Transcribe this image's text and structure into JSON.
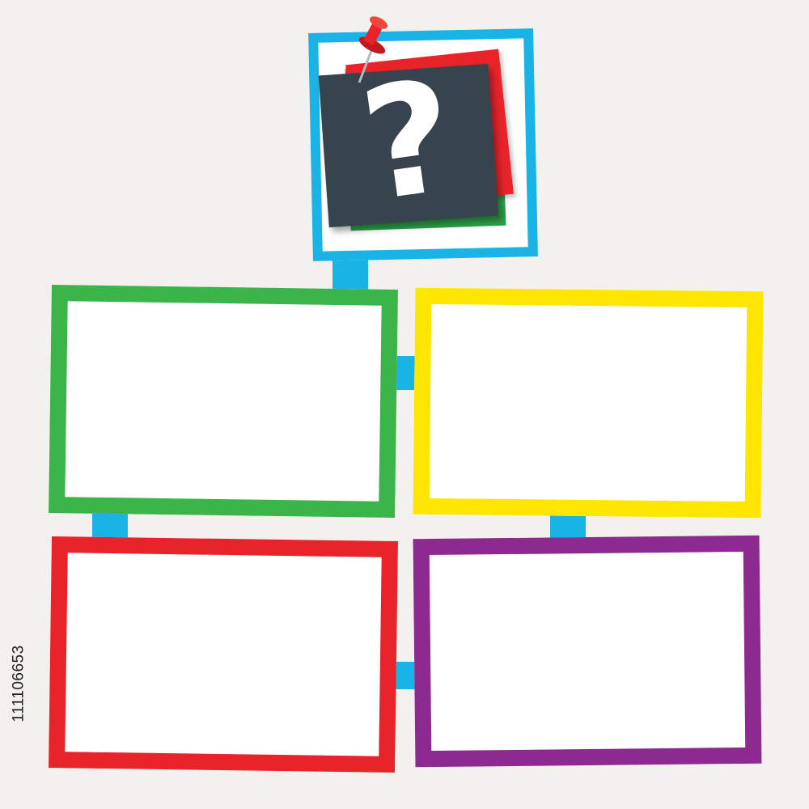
{
  "colors": {
    "background": "#f3f1ee",
    "connector": "#1ab3e6",
    "question_frame_border": "#1ab3e6",
    "note_dark": "#37434d",
    "note_red": "#e8242a",
    "note_green": "#2ca24a",
    "question_mark": "#ffffff",
    "pin": "#e8242a"
  },
  "question_box": {
    "icon": "question-mark-icon",
    "symbol": "?",
    "pin_icon": "push-pin-icon"
  },
  "boxes": [
    {
      "name": "box-top-left",
      "border_color": "#3bb44a",
      "text": ""
    },
    {
      "name": "box-top-right",
      "border_color": "#ffe600",
      "text": ""
    },
    {
      "name": "box-bottom-left",
      "border_color": "#e8242a",
      "text": ""
    },
    {
      "name": "box-bottom-right",
      "border_color": "#8c2a8f",
      "text": ""
    }
  ],
  "stock_id": "111106653"
}
